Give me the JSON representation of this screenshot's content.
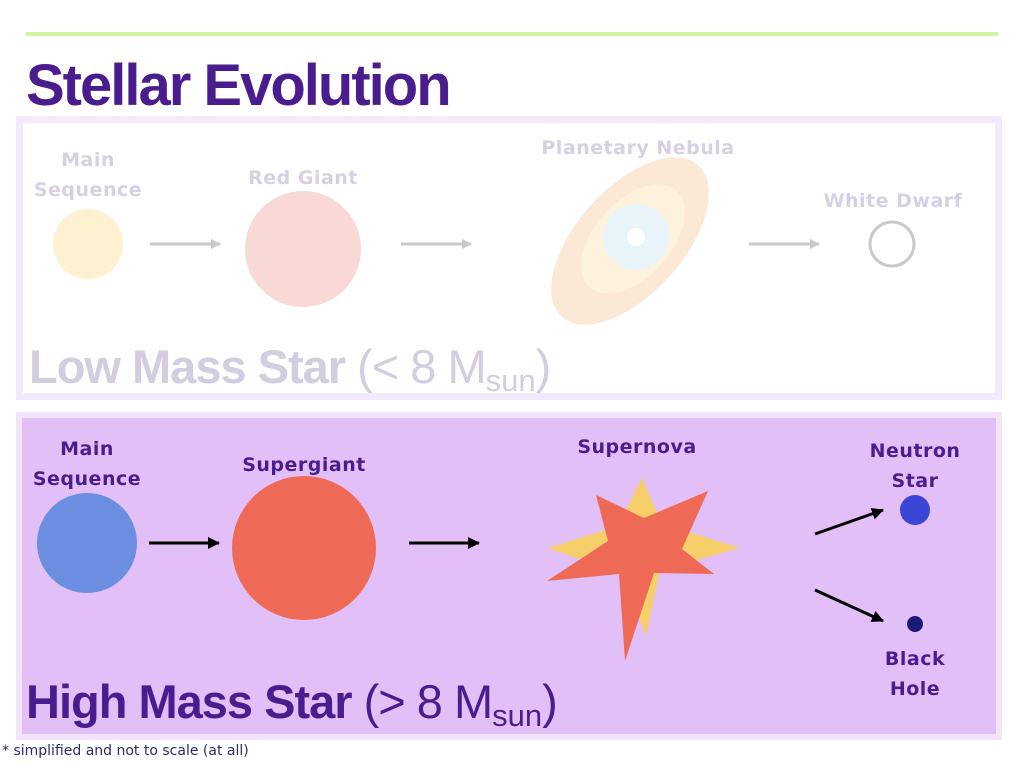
{
  "title": "Stellar Evolution",
  "low_mass": {
    "title_bold": "Low Mass Star",
    "title_paren_open": " (< 8 M",
    "title_sub": "sun",
    "title_paren_close": ")",
    "stages": {
      "main_sequence": [
        "Main",
        "Sequence"
      ],
      "red_giant": "Red Giant",
      "planetary_nebula": "Planetary Nebula",
      "white_dwarf": "White Dwarf"
    }
  },
  "high_mass": {
    "title_bold": "High Mass Star",
    "title_paren_open": " (> 8 M",
    "title_sub": "sun",
    "title_paren_close": ")",
    "stages": {
      "main_sequence": [
        "Main",
        "Sequence"
      ],
      "supergiant": "Supergiant",
      "supernova": "Supernova",
      "neutron_star": [
        "Neutron",
        "Star"
      ],
      "black_hole": [
        "Black",
        "Hole"
      ]
    }
  },
  "footnote": "* simplified and not to scale (at all)",
  "colors": {
    "title": "#4a1d8e",
    "low_main_sequence": "#fdf1d2",
    "red_giant": "#f8d9d6",
    "nebula_outer": "#fbe8d5",
    "nebula_inner": "#fdf3dc",
    "white_dwarf_core": "#eaf4fb",
    "high_main_sequence": "#6b8ee0",
    "supergiant": "#ee6a57",
    "supernova_star": "#ee6a57",
    "supernova_burst": "#f6cf6a",
    "neutron_star": "#3b45d6",
    "black_hole": "#1c1a78"
  }
}
